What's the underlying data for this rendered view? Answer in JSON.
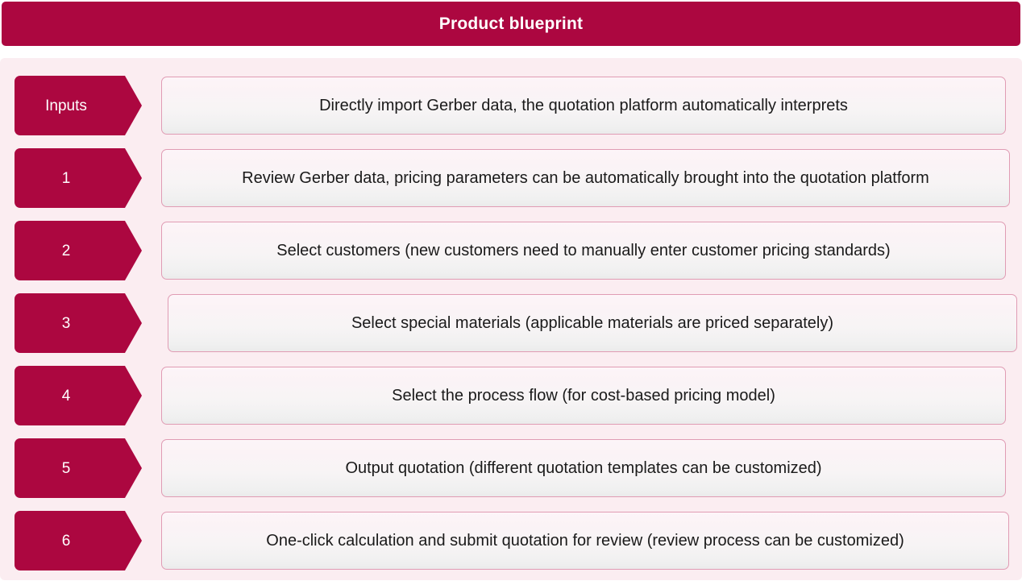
{
  "header": {
    "title": "Product blueprint",
    "background_color": "#ac0740",
    "text_color": "#ffffff"
  },
  "panel": {
    "background_color": "#fbedf1"
  },
  "theme": {
    "accent_color": "#ac0740",
    "box_border_color": "#e09cb4",
    "box_fill_top": "#fdf5f8",
    "box_fill_bottom": "#ebebeb",
    "body_text_color": "#1a1a1a"
  },
  "flow": {
    "steps": [
      {
        "label": "Inputs",
        "description": "Directly import Gerber data, the quotation platform automatically interprets"
      },
      {
        "label": "1",
        "description": "Review Gerber data, pricing parameters can be automatically brought into the quotation platform"
      },
      {
        "label": "2",
        "description": "Select customers (new customers need to manually enter customer pricing standards)"
      },
      {
        "label": "3",
        "description": "Select special materials (applicable materials are priced separately)"
      },
      {
        "label": "4",
        "description": "Select the process flow (for cost-based pricing model)"
      },
      {
        "label": "5",
        "description": "Output quotation (different quotation templates can be customized)"
      },
      {
        "label": "6",
        "description": "One-click calculation and submit quotation for review (review process can be customized)"
      }
    ]
  }
}
